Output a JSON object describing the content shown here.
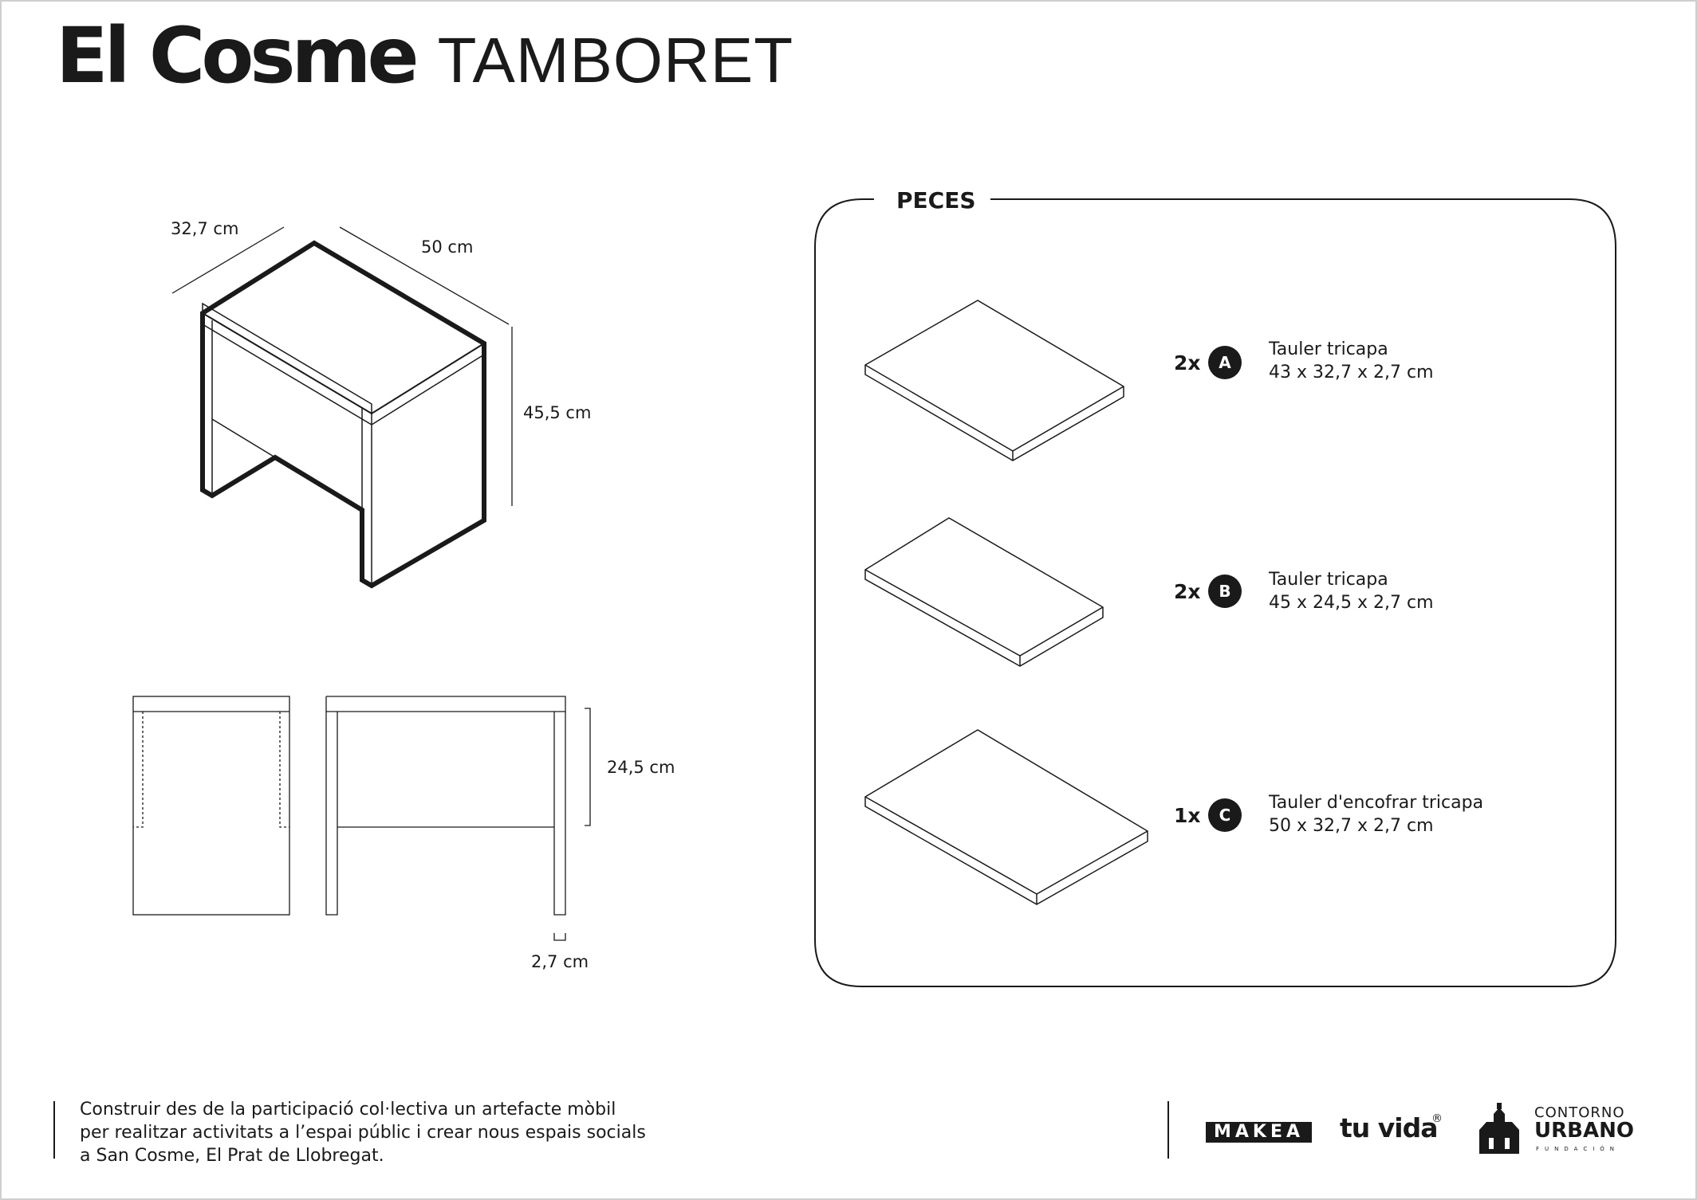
{
  "header": {
    "title_bold": "El Cosme",
    "title_light": "TAMBORET"
  },
  "dimensions": {
    "depth": "32,7 cm",
    "width": "50 cm",
    "height": "45,5 cm",
    "inner_height": "24,5 cm",
    "thickness": "2,7 cm"
  },
  "pieces_panel": {
    "title": "PECES",
    "items": [
      {
        "qty": "2x",
        "letter": "A",
        "name": "Tauler tricapa",
        "size": "43 x 32,7 x 2,7 cm"
      },
      {
        "qty": "2x",
        "letter": "B",
        "name": "Tauler tricapa",
        "size": "45 x 24,5 x 2,7 cm"
      },
      {
        "qty": "1x",
        "letter": "C",
        "name": "Tauler d'encofrar tricapa",
        "size": "50 x 32,7 x 2,7 cm"
      }
    ]
  },
  "footer": {
    "lines": [
      "Construir des de la participació col·lectiva un artefacte mòbil",
      "per realitzar activitats a l’espai públic i crear nous espais socials",
      "a San Cosme, El Prat de Llobregat."
    ],
    "logo_makea": "MAKEA",
    "logo_tuvida": "tu vida",
    "logo_reg": "®",
    "logo_contorno": "CONTORNO",
    "logo_urbano": "URBANO",
    "logo_fundacion": "FUNDACIÓN"
  }
}
